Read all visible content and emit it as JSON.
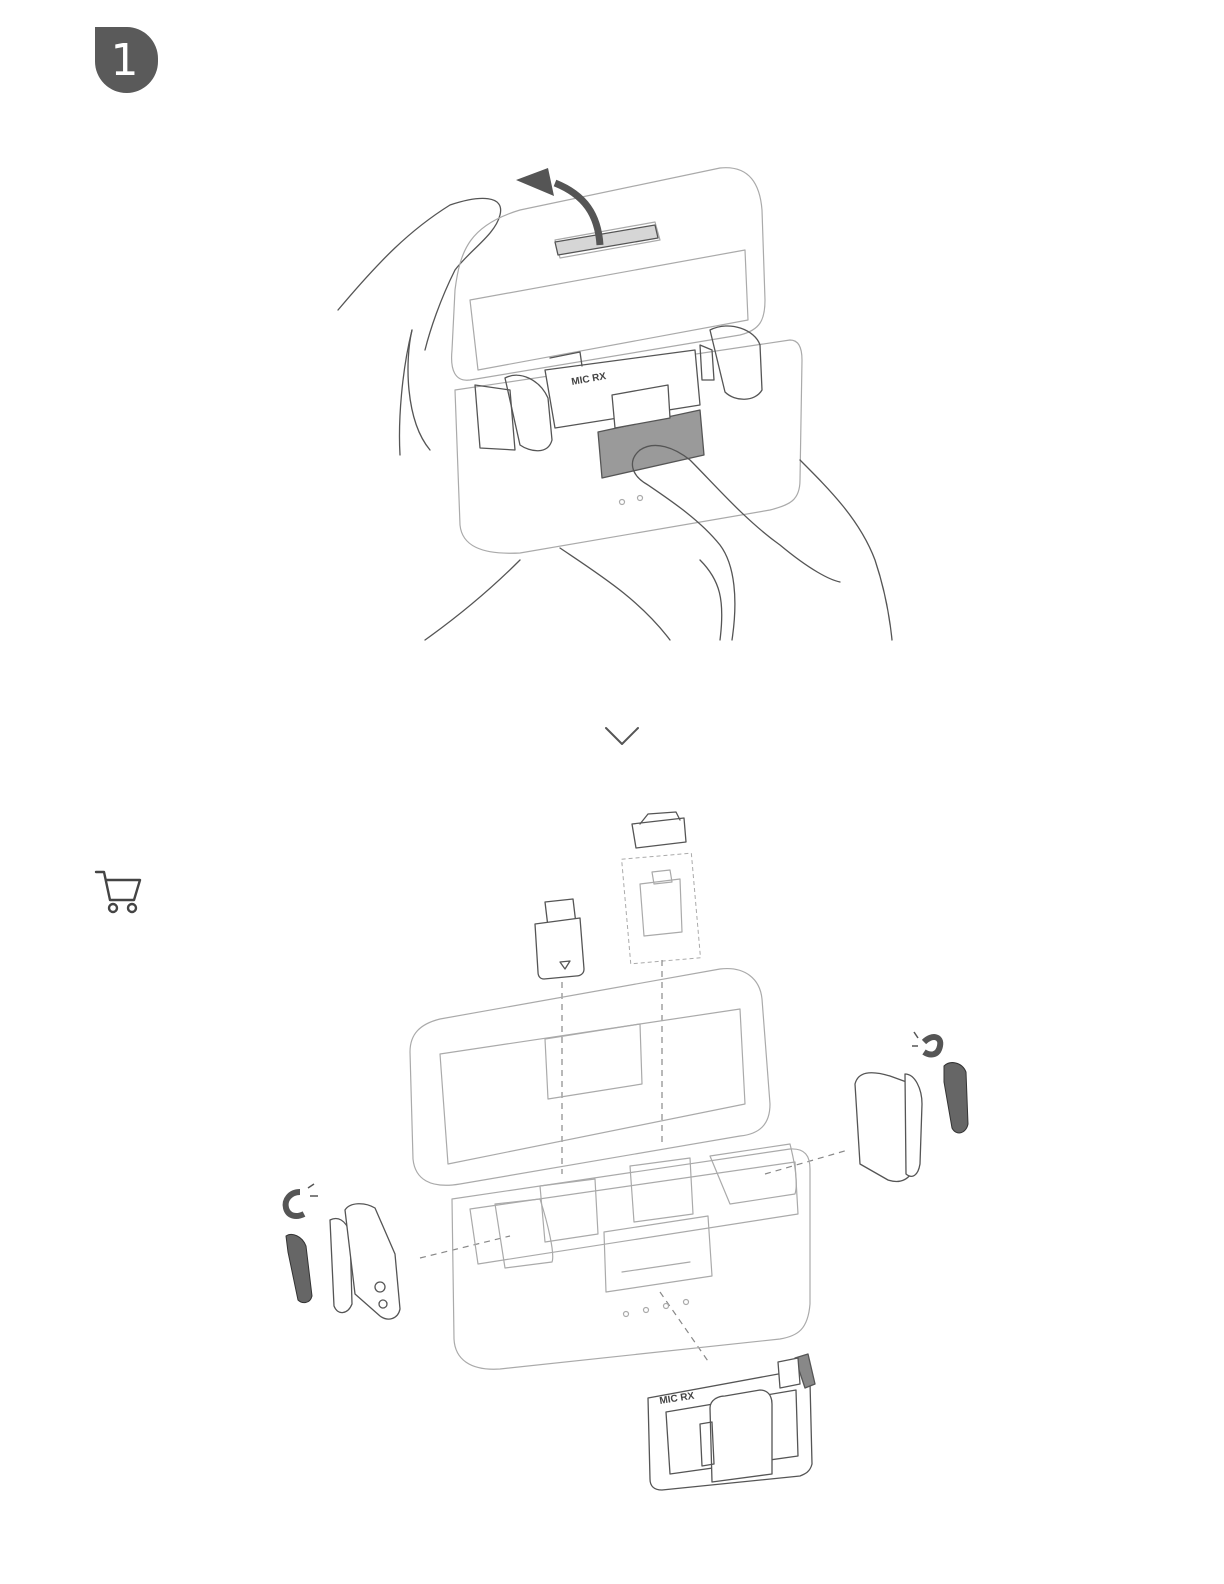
{
  "step": {
    "number": "1"
  },
  "illustration_top": {
    "device_label": "MIC RX"
  },
  "illustration_bottom": {
    "device_label": "MIC RX"
  },
  "icons": [
    "step-number-badge",
    "curved-arrow-icon",
    "chevron-down-icon",
    "shopping-cart-icon",
    "magnet-icon"
  ],
  "colors": {
    "badge": "#5a5a5a",
    "line": "#555555",
    "dashed": "#888888",
    "dark_part": "#666666"
  }
}
